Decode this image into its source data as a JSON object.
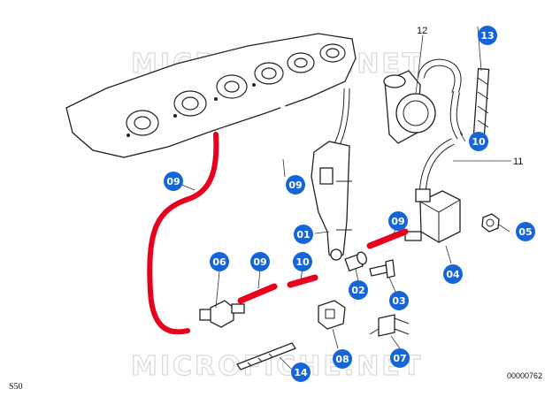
{
  "watermark": "MICROFICHE.NET",
  "corner_left": "S50",
  "corner_right": "00000762",
  "callout_color": "#1565d8",
  "hose_color": "#e8001c",
  "callouts": [
    {
      "id": "01",
      "label": "01"
    },
    {
      "id": "02",
      "label": "02"
    },
    {
      "id": "03",
      "label": "03"
    },
    {
      "id": "04",
      "label": "04"
    },
    {
      "id": "05",
      "label": "05"
    },
    {
      "id": "06",
      "label": "06"
    },
    {
      "id": "07",
      "label": "07"
    },
    {
      "id": "08",
      "label": "08"
    },
    {
      "id": "09a",
      "label": "09"
    },
    {
      "id": "09b",
      "label": "09"
    },
    {
      "id": "09c",
      "label": "09"
    },
    {
      "id": "09d",
      "label": "09"
    },
    {
      "id": "10a",
      "label": "10"
    },
    {
      "id": "10b",
      "label": "10"
    },
    {
      "id": "13",
      "label": "13"
    },
    {
      "id": "14",
      "label": "14"
    }
  ],
  "plain_labels": [
    {
      "id": "12",
      "label": "12"
    },
    {
      "id": "11",
      "label": "11"
    }
  ]
}
